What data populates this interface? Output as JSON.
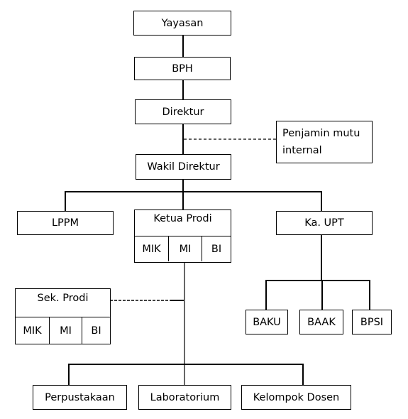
{
  "nodes": {
    "yayasan": "Yayasan",
    "bph": "BPH",
    "direktur": "Direktur",
    "penjamin_line1": "Penjamin mutu",
    "penjamin_line2": "internal",
    "wakil_direktur": "Wakil Direktur",
    "lppm": "LPPM",
    "ketua_prodi": "Ketua Prodi",
    "ketua_prodi_units": [
      "MIK",
      "MI",
      "BI"
    ],
    "ka_upt": "Ka. UPT",
    "sek_prodi": "Sek. Prodi",
    "sek_prodi_units": [
      "MIK",
      "MI",
      "BI"
    ],
    "baku": "BAKU",
    "baak": "BAAK",
    "bpsi": "BPSI",
    "perpustakaan": "Perpustakaan",
    "laboratorium": "Laboratorium",
    "kelompok_dosen": "Kelompok Dosen"
  }
}
